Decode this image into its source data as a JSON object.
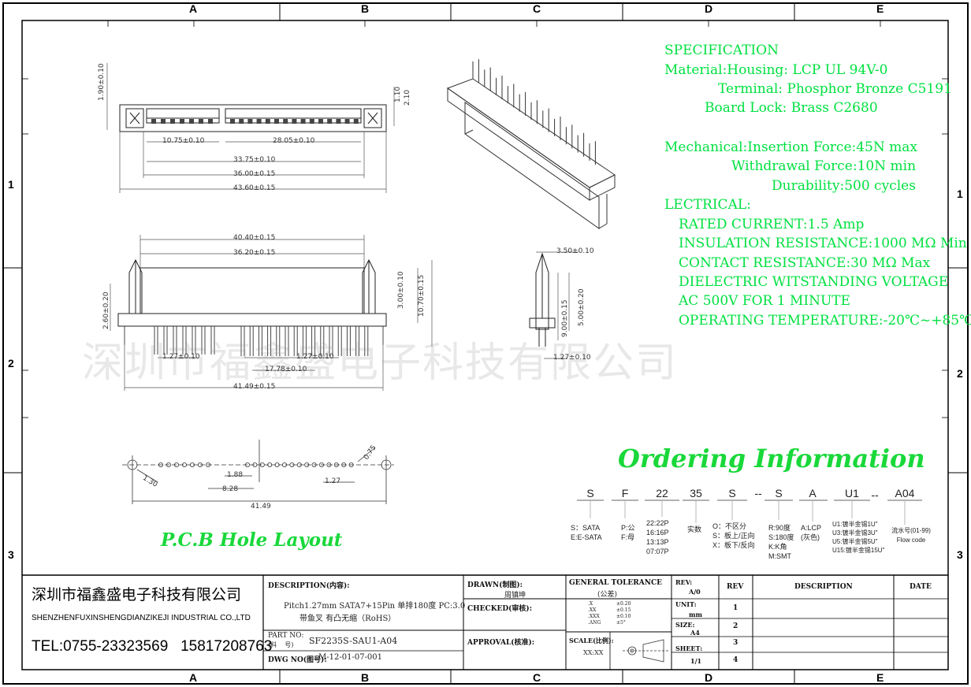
{
  "grid": {
    "columns": [
      "A",
      "B",
      "C",
      "D",
      "E"
    ],
    "rows": [
      "1",
      "2",
      "3"
    ]
  },
  "specification": {
    "title": "SPECIFICATION",
    "lines": [
      "Material:Housing:  LCP UL 94V-0",
      "Terminal:  Phosphor Bronze C5191",
      "Board Lock:  Brass C2680",
      "Mechanical:Insertion Force:45N max",
      "Withdrawal Force:10N min",
      "Durability:500 cycles",
      "LECTRICAL:",
      "RATED CURRENT:1.5 Amp",
      "INSULATION RESISTANCE:1000 MΩ Min",
      "CONTACT RESISTANCE:30 MΩ Max",
      "DIELECTRIC WITSTANDING VOLTAGE",
      "AC 500V FOR 1 MINUTE",
      "OPERATING TEMPERATURE:-20℃~+85℃"
    ]
  },
  "watermark": "深圳市福鑫盛电子科技有限公司",
  "dimensions": {
    "top_view": [
      "1.90±0.10",
      "1.10",
      "2.10",
      "10.75±0.10",
      "28.05±0.10",
      "33.75±0.10",
      "36.00±0.15",
      "43.60±0.15"
    ],
    "front_view": [
      "40.40±0.15",
      "36.20±0.15",
      "2.60±0.20",
      "3.00±0.10",
      "10.70±0.15",
      "1.27±0.10",
      "1.27±0.10",
      "17.78±0.10",
      "41.49±0.15"
    ],
    "side_view": [
      "3.50±0.10",
      "9.00±0.15",
      "5.00±0.20",
      "1.27±0.10"
    ],
    "pcb": [
      "1.30",
      "0.75",
      "1.88",
      "8.28",
      "1.27",
      "41.49"
    ]
  },
  "pcb_title": "P.C.B Hole Layout",
  "ordering": {
    "title": "Ordering Information",
    "codes": [
      "S",
      "F",
      "22",
      "35",
      "S",
      "--",
      "S",
      "A",
      "U1",
      "--",
      "A04"
    ],
    "desc": {
      "s1": [
        "S：SATA",
        "E:E-SATA"
      ],
      "f": [
        "P:公",
        "F:母"
      ],
      "pins": [
        "22:22P",
        "16:16P",
        "13:13P",
        "07:07P"
      ],
      "n35": [
        "实数"
      ],
      "s2": [
        "O：不区分",
        "S：板上/正向",
        "X：板下/反向"
      ],
      "s3": [
        "R:90度",
        "S:180度",
        "K:K角",
        "M:SMT"
      ],
      "a": [
        "A:LCP",
        "(灰色)"
      ],
      "u1": [
        "U1:镀半金锡1U\"",
        "U3:镀半金锡3U\"",
        "U5:镀半金锡5U\"",
        "U15:镀半金锡15U\""
      ],
      "a04": [
        "流水号(01-99)",
        "Flow code"
      ]
    }
  },
  "title_block": {
    "company_cn": "深圳市福鑫盛电子科技有限公司",
    "company_en": "SHENZHENFUXINSHENGDIANZIKEJI INDUSTRIAL CO.,LTD",
    "tel": "TEL:0755-23323569   15817208763",
    "description_label": "DESCRIPTION(内容):",
    "description_line1": "Pitch1.27mm SATA7+15Pin 单排180度 PC:3.0",
    "description_line2": "带鱼叉  有凸无缩（RoHS）",
    "part_no_label": "PART NO:",
    "part_no_sub": "(料    号)",
    "part_no": "SF2235S-SAU1-A04",
    "dwg_no_label": "DWG NO(图号):",
    "dwg_no": "M-12-01-07-001",
    "drawn_label": "DRAWN(制图):",
    "drawn_value": "周镇坤",
    "checked_label": "CHECKED(审核):",
    "approval_label": "APPROVAL(核准):",
    "general_tol_label": "GENERAL TOLERANCE",
    "general_tol_sub": "(公差)",
    "tol_rows": [
      [
        ".X",
        "±0.20"
      ],
      [
        ".XX",
        "±0.15"
      ],
      [
        ".XXX",
        "±0.10"
      ],
      [
        ".ANG",
        "±5°"
      ]
    ],
    "scale_label": "SCALE(比例):",
    "scale_value": "XX:XX",
    "rev_label": "REV:",
    "rev_value": "A/0",
    "unit_label": "UNIT:",
    "unit_value": "mm",
    "size_label": "SIZE:",
    "size_value": "A4",
    "sheet_label": "SHEET:",
    "sheet_value": "1/1",
    "rev_col": "REV",
    "desc_col": "DESCRIPTION",
    "date_col": "DATE",
    "rev_rows": [
      "1",
      "2",
      "3",
      "4"
    ]
  }
}
